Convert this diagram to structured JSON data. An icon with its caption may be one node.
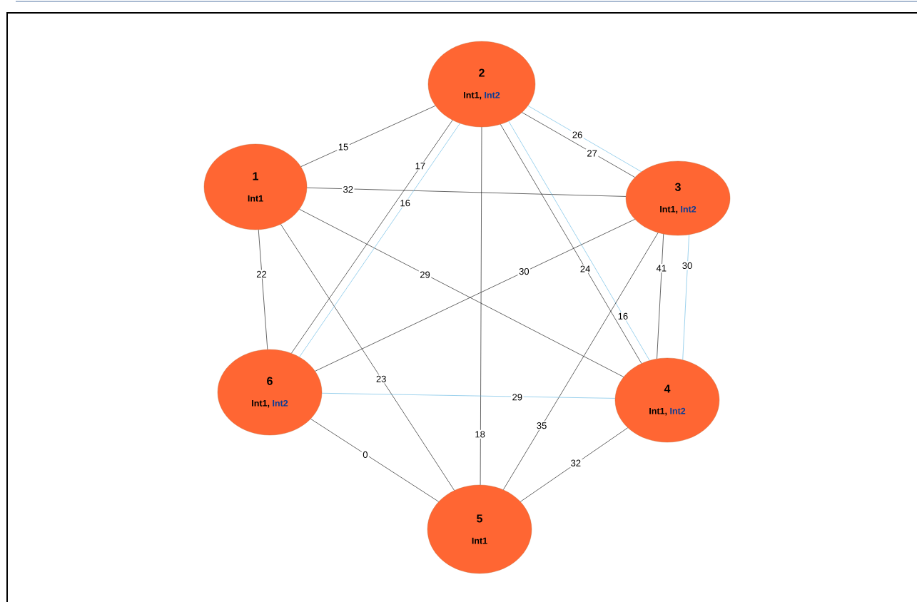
{
  "diagram": {
    "nodes": [
      {
        "text": [
          "1",
          "Int1"
        ]
      },
      {
        "text": [
          "2",
          "Int1,",
          "Int2"
        ]
      },
      {
        "text": [
          "3",
          "Int1,",
          "Int2"
        ]
      },
      {
        "text": [
          "4",
          "Int1,",
          "Int2"
        ]
      },
      {
        "text": [
          "5",
          "Int1"
        ]
      },
      {
        "text": [
          "6",
          "Int1,",
          "Int2"
        ]
      }
    ],
    "edges": [
      {
        "from": 0,
        "to": 1,
        "arrow": "none",
        "label": "15"
      },
      {
        "from": 0,
        "to": 2,
        "arrow": "none",
        "label": "32"
      },
      {
        "from": 0,
        "to": 5,
        "arrow": "none",
        "label": "22"
      },
      {
        "from": 0,
        "to": 4,
        "arrow": "none",
        "label": "23"
      },
      {
        "from": 0,
        "to": 3,
        "arrow": "none",
        "label": "29"
      },
      {
        "from": 1,
        "to": 5,
        "arrow": "none",
        "label": "17"
      },
      {
        "from": 1,
        "to": 5,
        "arrow": "none",
        "label": "16",
        "color": "#5ab4e0"
      },
      {
        "from": 1,
        "to": 4,
        "arrow": "none",
        "label": "18"
      },
      {
        "from": 1,
        "to": 3,
        "arrow": "none",
        "label": "24"
      },
      {
        "from": 1,
        "to": 3,
        "arrow": "none",
        "label": "16",
        "color": "#5ab4e0"
      },
      {
        "from": 1,
        "to": 2,
        "arrow": "none",
        "label": "27"
      },
      {
        "from": 1,
        "to": 2,
        "arrow": "none",
        "label": "26",
        "color": "#5ab4e0"
      },
      {
        "from": 2,
        "to": 5,
        "arrow": "none",
        "label": "30"
      },
      {
        "from": 2,
        "to": 4,
        "arrow": "none",
        "label": "35"
      },
      {
        "from": 2,
        "to": 3,
        "arrow": "none",
        "label": "41"
      },
      {
        "from": 2,
        "to": 3,
        "arrow": "none",
        "label": "30",
        "color": "#5ab4e0"
      },
      {
        "from": 5,
        "to": 3,
        "arrow": "none",
        "label": "29",
        "color": "#5ab4e0"
      },
      {
        "from": 5,
        "to": 4,
        "arrow": "none",
        "label": "0"
      },
      {
        "from": 3,
        "to": 4,
        "arrow": "none",
        "label": "32"
      }
    ]
  }
}
